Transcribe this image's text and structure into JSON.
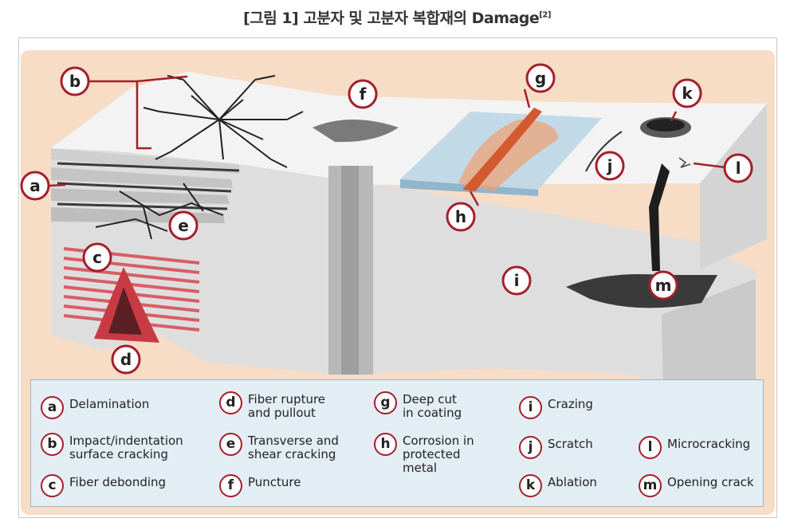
{
  "figure": {
    "title": "[그림 1] 고분자 및 고분자 복합재의 Damage",
    "title_sup": "[2]"
  },
  "colors": {
    "accent": "#a41f2b",
    "background_panel": "#f7dcc6",
    "legend_bg": "#e3edf4",
    "block_top": "#f2f2f2",
    "block_side": "#dcdcdc",
    "coating": "#bcd7e6",
    "fiber_red": "#d9474f"
  },
  "diagram_labels": {
    "a": "a",
    "b": "b",
    "c": "c",
    "d": "d",
    "e": "e",
    "f": "f",
    "g": "g",
    "h": "h",
    "i": "i",
    "j": "j",
    "k": "k",
    "l": "l",
    "m": "m"
  },
  "legend": [
    {
      "key": "a",
      "text": "Delamination"
    },
    {
      "key": "b",
      "text": "Impact/indentation\nsurface cracking"
    },
    {
      "key": "c",
      "text": "Fiber debonding"
    },
    {
      "key": "d",
      "text": "Fiber rupture\nand pullout"
    },
    {
      "key": "e",
      "text": "Transverse and\nshear cracking"
    },
    {
      "key": "f",
      "text": "Puncture"
    },
    {
      "key": "g",
      "text": "Deep cut\nin coating"
    },
    {
      "key": "h",
      "text": "Corrosion in\nprotected\nmetal"
    },
    {
      "key": "i",
      "text": "Crazing"
    },
    {
      "key": "j",
      "text": "Scratch"
    },
    {
      "key": "k",
      "text": "Ablation"
    },
    {
      "key": "l",
      "text": "Microcracking"
    },
    {
      "key": "m",
      "text": "Opening crack"
    }
  ]
}
